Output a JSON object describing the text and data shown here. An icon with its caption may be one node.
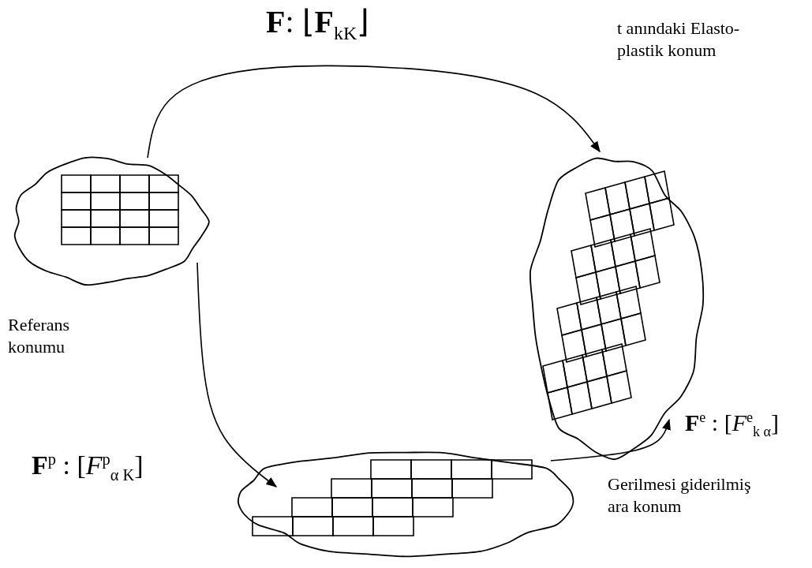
{
  "diagram": {
    "nodes": [
      {
        "text": [],
        "shape": "cloud",
        "beside": [
          "Referans konumu"
        ]
      },
      {
        "text": [],
        "shape": "cloud"
      },
      {
        "text": [],
        "shape": "cloud"
      }
    ],
    "edges": [
      {
        "from": 0,
        "to": 1,
        "arrow": "to",
        "label": "**F**: ⌊**F**$_{kK}$⌋"
      },
      {
        "from": 0,
        "to": 2,
        "arrow": "to",
        "label": "**F**$^{p}$ : [*F*$^{p}$$_{α K}$]"
      },
      {
        "from": 2,
        "to": 1,
        "arrow": "to",
        "label": "**F**$^{e}$ : [*F*$^{e}$$_{k α}$]"
      }
    ],
    "labels": [
      "t anındaki Elasto-plastik konum",
      "Gerilmesi giderilmiş ara konum"
    ]
  }
}
